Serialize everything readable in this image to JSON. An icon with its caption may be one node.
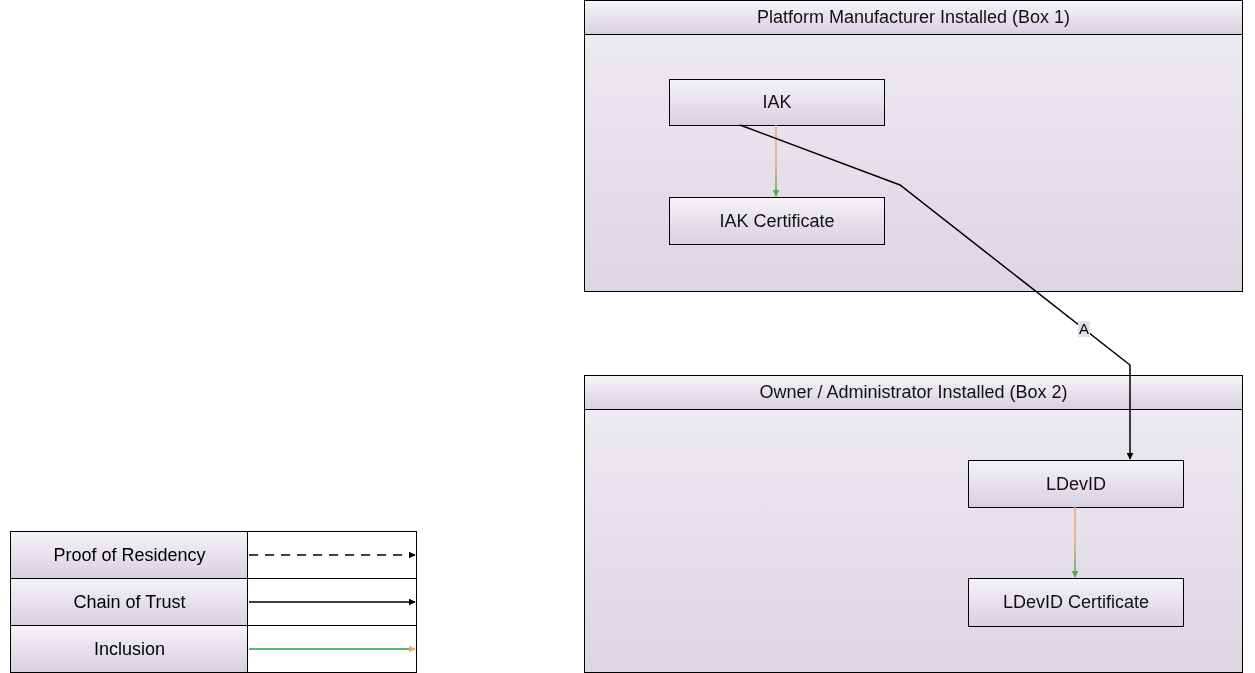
{
  "diagram": {
    "nodes": [
      {
        "text": [
          "Platform Manufacturer Installed (Box 1)"
        ]
      },
      {
        "text": [
          "IAK"
        ],
        "in": 0
      },
      {
        "text": [
          "IAK Certificate"
        ],
        "in": 0
      },
      {
        "text": [
          "Owner / Administrator Installed (Box 2)"
        ]
      },
      {
        "text": [
          "LDevID"
        ],
        "in": 3
      },
      {
        "text": [
          "LDevID Certificate"
        ],
        "in": 3
      }
    ],
    "edges": [
      {
        "from": 1,
        "to": 2,
        "arrow": "to"
      },
      {
        "from": 1,
        "to": 4,
        "arrow": "to",
        "label": "A",
        "color": "#000000"
      },
      {
        "from": 4,
        "to": 5,
        "arrow": "to"
      }
    ],
    "legend": [
      {
        "text": "Proof of Residency"
      },
      {
        "text": "Chain of Trust"
      },
      {
        "text": "Inclusion"
      }
    ]
  }
}
